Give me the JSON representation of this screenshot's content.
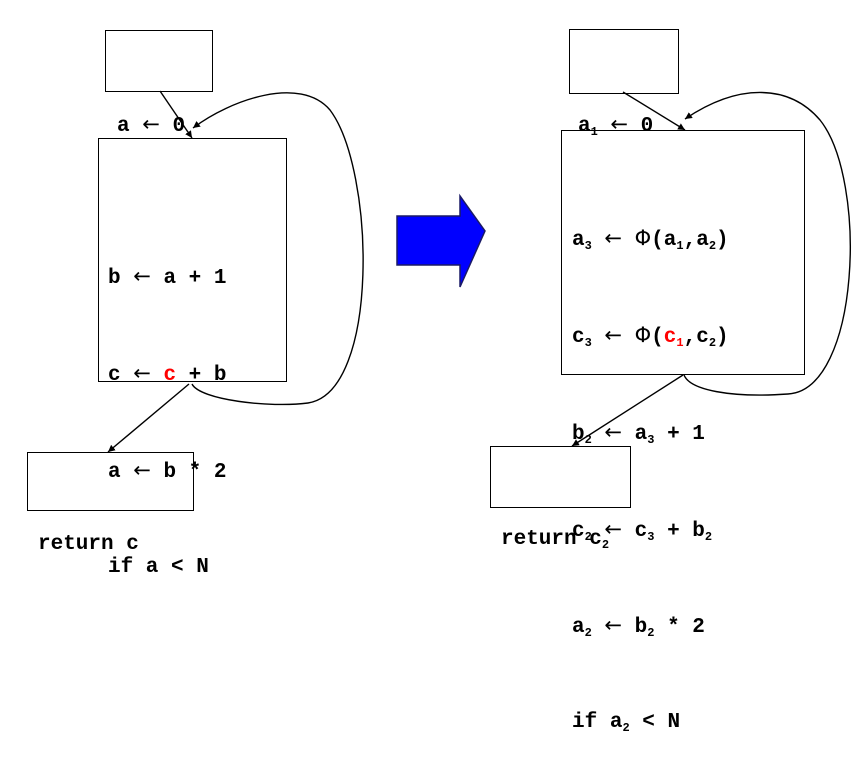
{
  "colors": {
    "stroke": "#000000",
    "highlight": "#ff0000",
    "arrow_fill": "#0000ff",
    "arrow_edge": "#1a1a66"
  },
  "left": {
    "entry": {
      "var": "a",
      "arrow": "←",
      "value": "0"
    },
    "body": {
      "line1": {
        "lhs": "b",
        "arrow": "←",
        "rhs": "a + 1"
      },
      "line2": {
        "lhs": "c",
        "arrow": "←",
        "highlight": "c",
        "rest": "+ b"
      },
      "line3": {
        "lhs": "a",
        "arrow": "←",
        "rhs": "b * 2"
      },
      "line4": "if a < N"
    },
    "exit": {
      "keyword": "return",
      "var": "c"
    }
  },
  "right": {
    "entry": {
      "var": "a",
      "sub": "1",
      "arrow": "←",
      "value": "0"
    },
    "body": {
      "phi1": {
        "lhs": "a",
        "lhs_sub": "3",
        "arrow": "←",
        "phi": "Φ",
        "open": "(",
        "arg1": "a",
        "arg1_sub": "1",
        "comma": ",",
        "arg2": "a",
        "arg2_sub": "2",
        "close": ")"
      },
      "phi2": {
        "lhs": "c",
        "lhs_sub": "3",
        "arrow": "←",
        "phi": "Φ",
        "open": "(",
        "arg1": "c",
        "arg1_sub": "1",
        "comma": ",",
        "arg2": "c",
        "arg2_sub": "2",
        "close": ")"
      },
      "line3": {
        "lhs": "b",
        "lhs_sub": "2",
        "arrow": "←",
        "v1": "a",
        "v1_sub": "3",
        "rest": "+ 1"
      },
      "line4": {
        "lhs": "c",
        "lhs_sub": "2",
        "arrow": "←",
        "v1": "c",
        "v1_sub": "3",
        "op": "+",
        "v2": "b",
        "v2_sub": "2"
      },
      "line5": {
        "lhs": "a",
        "lhs_sub": "2",
        "arrow": "←",
        "v1": "b",
        "v1_sub": "2",
        "rest": "* 2"
      },
      "line6": {
        "kw": "if",
        "v1": "a",
        "v1_sub": "2",
        "rest": "< N"
      }
    },
    "exit": {
      "keyword": "return",
      "var": "c",
      "sub": "2"
    }
  }
}
